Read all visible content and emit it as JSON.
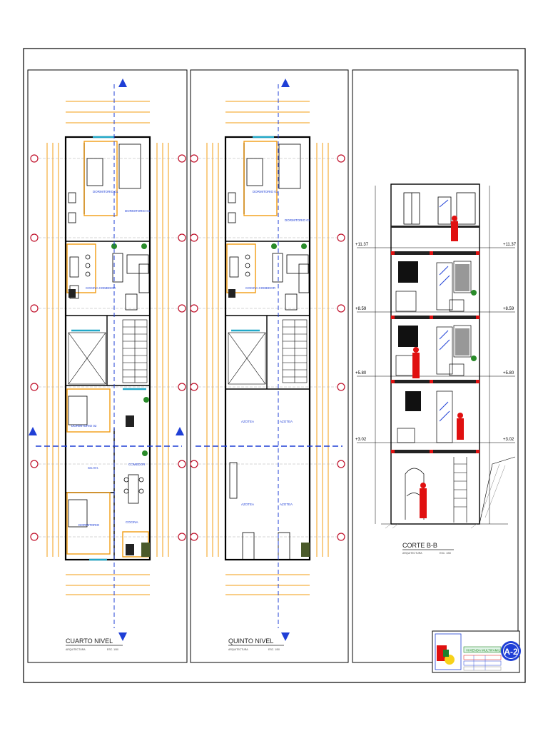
{
  "sheet_number": "A-2",
  "panels": {
    "fourth": {
      "title": "CUARTO NIVEL",
      "subtitle": "ARQUITECTURA",
      "scale": "ESC. 1/50"
    },
    "fifth": {
      "title": "QUINTO NIVEL",
      "subtitle": "ARQUITECTURA",
      "scale": "ESC. 1/50"
    },
    "section": {
      "title": "CORTE B-B",
      "subtitle": "ARQUITECTURA",
      "scale": "ESC. 1/50"
    }
  },
  "rooms_fourth": {
    "bedroom1": "DORMITORIO 01",
    "bedroom1b": "DORMITORIO 01",
    "kitchen_dining": "COCINA COMEDOR",
    "bedroom2": "DORMITORIO 02",
    "ss_hh": "SS.HH.",
    "dining": "COMEDOR",
    "bedroom3": "DORMITORIO",
    "kitchen": "COCINA"
  },
  "rooms_fifth": {
    "bedroom1": "DORMITORIO 01",
    "bedroom1b": "DORMITORIO 01",
    "kitchen_dining": "COCINA COMEDOR",
    "roof1": "AZOTEA",
    "roof2": "AZOTEA",
    "roof3": "AZOTEA",
    "roof4": "AZOTEA"
  },
  "levels": {
    "l1": "+11.37",
    "l2": "+8.59",
    "l3": "+5.80",
    "l4": "+3.02"
  },
  "title_block": {
    "project": "VIVIENDA MULTIFAMILIAR"
  },
  "colors": {
    "orange": "#f39c12",
    "blue": "#1f3fd6",
    "red": "#e01010",
    "green": "#2a8c2a",
    "cyan": "#22a8c8"
  }
}
